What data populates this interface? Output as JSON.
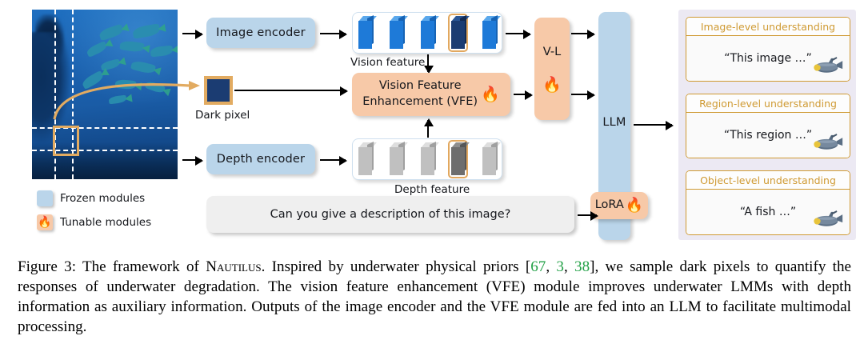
{
  "figure": {
    "photo": {
      "alt_name": "underwater-scene-with-fish",
      "grid_lines": "white dashed",
      "highlight_cell_color": "#e2ab61"
    },
    "blocks": {
      "image_encoder": "Image encoder",
      "depth_encoder": "Depth encoder",
      "vfe": "Vision Feature\nEnhancement (VFE)",
      "vfe_line1": "Vision Feature",
      "vfe_line2": "Enhancement (VFE)",
      "vl": "V-L",
      "llm": "LLM",
      "lora": "LoRA",
      "prompt": "Can you give a description of this image?"
    },
    "labels": {
      "dark_pixel": "Dark pixel",
      "vision_feature": "Vision feature",
      "depth_feature": "Depth feature"
    },
    "features": {
      "vision": [
        {
          "style": "blue",
          "highlight": false
        },
        {
          "style": "blue",
          "highlight": false
        },
        {
          "style": "blue",
          "highlight": false
        },
        {
          "style": "dark",
          "highlight": true
        },
        {
          "style": "blue",
          "highlight": false
        }
      ],
      "depth": [
        {
          "style": "gray",
          "highlight": false
        },
        {
          "style": "gray",
          "highlight": false
        },
        {
          "style": "gray",
          "highlight": false
        },
        {
          "style": "darkg",
          "highlight": true
        },
        {
          "style": "gray",
          "highlight": false
        }
      ]
    },
    "legend": [
      {
        "label": "Frozen modules",
        "swatch": "#bad5ea",
        "flame": false
      },
      {
        "label": "Tunable modules",
        "swatch": "#f7c9a8",
        "flame": true
      }
    ],
    "outputs": [
      {
        "header": "Image-level understanding",
        "text": "“This image …”",
        "icon": "submarine-icon"
      },
      {
        "header": "Region-level understanding",
        "text": "“This region …”",
        "icon": "submarine-icon"
      },
      {
        "header": "Object-level understanding",
        "text": "“A fish …”",
        "icon": "submarine-icon"
      }
    ],
    "colors": {
      "frozen": "#bad5ea",
      "tunable": "#f7c9a8",
      "panel_bg": "#ece9f3",
      "output_border": "#cf9a33",
      "highlight": "#e2ab61",
      "flame": "#e8452c",
      "citation": "#24a148"
    }
  },
  "caption": {
    "p1": "Figure 3: The framework of ",
    "smallcaps": "Nautilus",
    "p2": ". Inspired by underwater physical priors [",
    "cite1": "67",
    "sep1": ", ",
    "cite2": "3",
    "sep2": ", ",
    "cite3": "38",
    "p3": "], we sample dark pixels to quantify the responses of underwater degradation. The vision feature enhancement (VFE) module improves underwater LMMs with depth information as auxiliary information. Outputs of the image encoder and the VFE module are fed into an LLM to facilitate multimodal processing."
  }
}
